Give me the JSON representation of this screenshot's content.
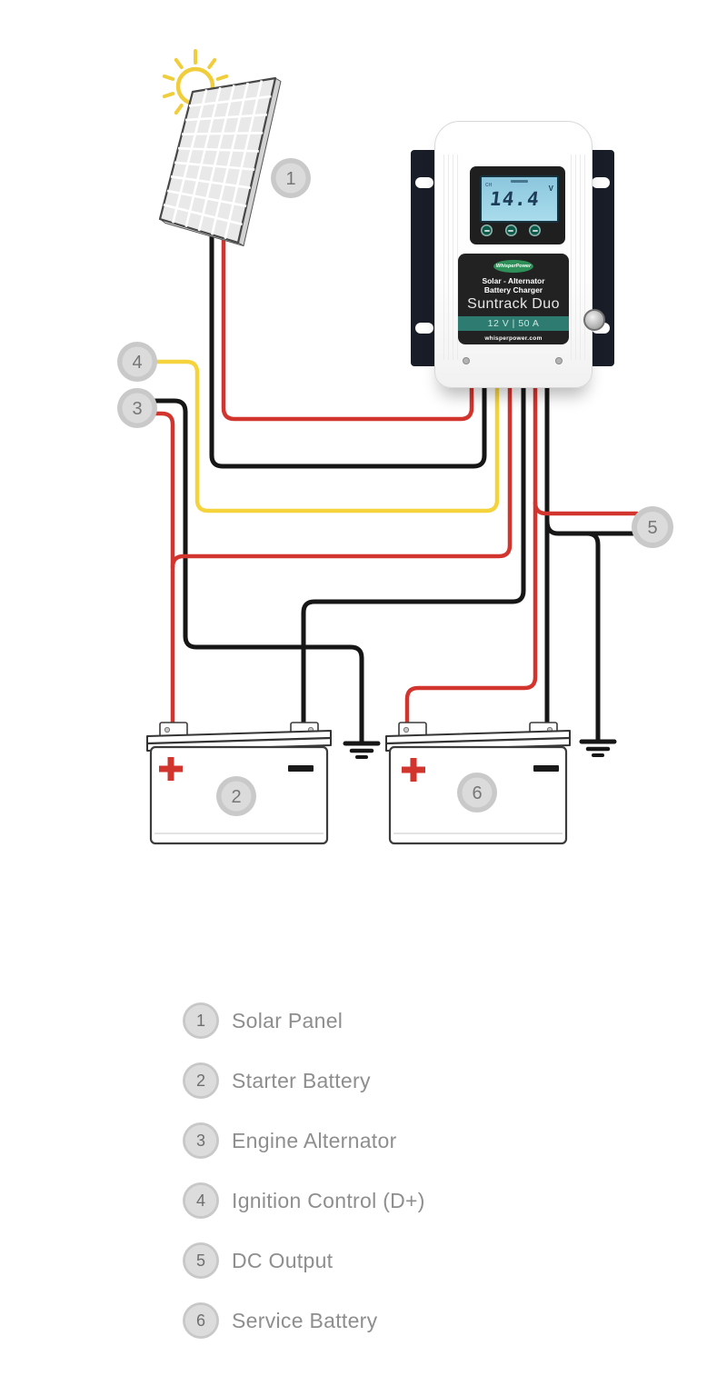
{
  "diagram": {
    "badge_numbers": [
      "1",
      "2",
      "3",
      "4",
      "5",
      "6"
    ],
    "charger": {
      "display_value": "14.4",
      "display_unit": "V",
      "logo_text": "WhisperPower",
      "label_line1": "Solar - Alternator",
      "label_line2": "Battery Charger",
      "product_name": "Suntrack Duo",
      "rating": "12 V | 50 A",
      "website": "whisperpower.com"
    },
    "batteries": {
      "starter": {
        "number": "2",
        "positive_symbol": "+",
        "negative_symbol": "−"
      },
      "service": {
        "number": "6",
        "positive_symbol": "+",
        "negative_symbol": "−"
      }
    }
  },
  "legend": {
    "items": [
      {
        "num": "1",
        "label": "Solar Panel"
      },
      {
        "num": "2",
        "label": "Starter Battery"
      },
      {
        "num": "3",
        "label": "Engine Alternator"
      },
      {
        "num": "4",
        "label": "Ignition Control (D+)"
      },
      {
        "num": "5",
        "label": "DC Output"
      },
      {
        "num": "6",
        "label": "Service Battery"
      }
    ]
  },
  "colors": {
    "wire-red": "#d2342e",
    "wire-black": "#161616",
    "wire-yellow": "#f5d33d",
    "sun-yellow": "#f0cd3a",
    "band-teal": "#2e7c71",
    "logo-green": "#2e8f58",
    "lcd-blue": "#9ccfe3",
    "legend-text": "#8e8e8e"
  }
}
